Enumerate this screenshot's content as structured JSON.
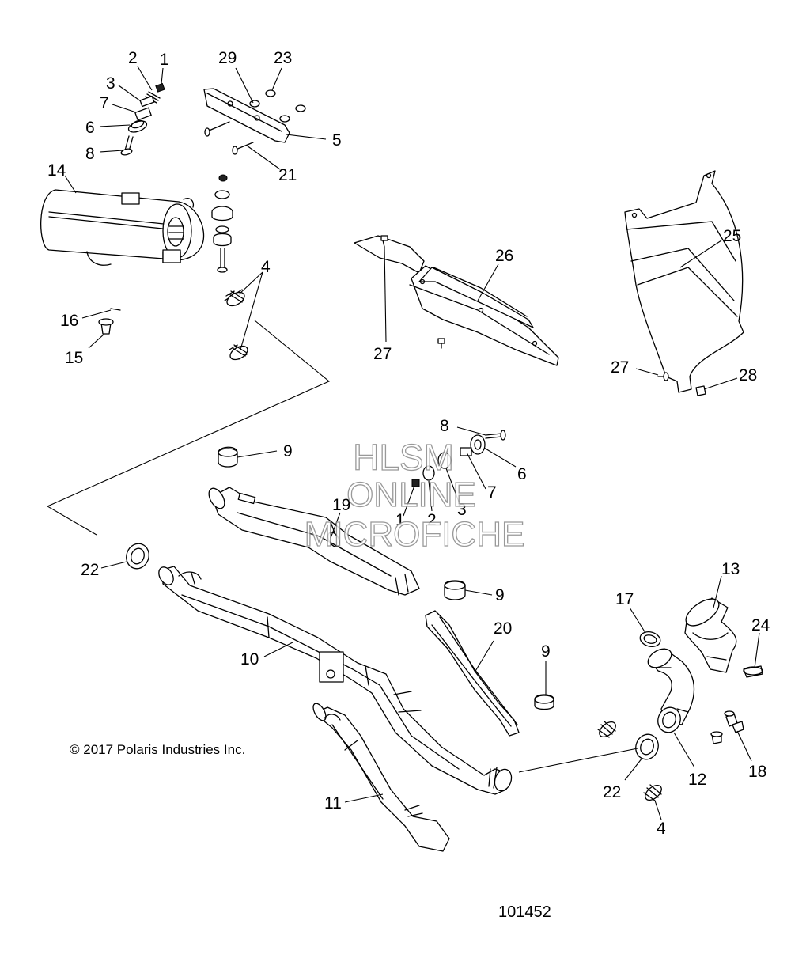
{
  "diagram": {
    "copyright": "© 2017 Polaris Industries Inc.",
    "document_number": "101452",
    "watermark": {
      "line1": "HLSM",
      "line2": "ONLINE",
      "line3": "MICROFICHE"
    },
    "callouts": {
      "c1a": "1",
      "c2a": "2",
      "c3a": "3",
      "c7a": "7",
      "c6a": "6",
      "c8a": "8",
      "c29": "29",
      "c23": "23",
      "c5": "5",
      "c21": "21",
      "c14": "14",
      "c4a": "4",
      "c16": "16",
      "c15": "15",
      "c26": "26",
      "c27a": "27",
      "c25": "25",
      "c27b": "27",
      "c28": "28",
      "c8b": "8",
      "c6b": "6",
      "c7b": "7",
      "c3b": "3",
      "c2b": "2",
      "c1b": "1",
      "c9a": "9",
      "c19": "19",
      "c22a": "22",
      "c9b": "9",
      "c13": "13",
      "c17": "17",
      "c24": "24",
      "c20": "20",
      "c9c": "9",
      "c10": "10",
      "c18": "18",
      "c12": "12",
      "c22b": "22",
      "c11": "11",
      "c4b": "4"
    }
  }
}
